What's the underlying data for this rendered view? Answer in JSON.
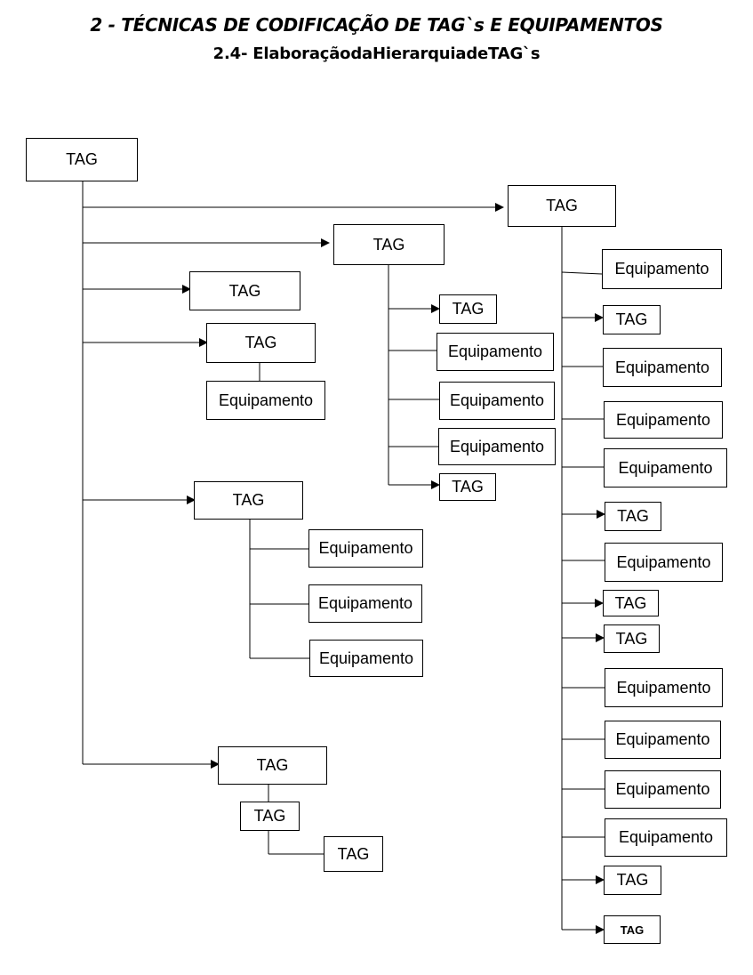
{
  "header": {
    "title": "2 - TÉCNICAS DE CODIFICAÇÃO DE TAG`s E EQUIPAMENTOS",
    "subtitle": "2.4-  ElaboraçãodaHierarquiadeTAG`s"
  },
  "labels": {
    "tag": "TAG",
    "equipment": "Equipamento"
  }
}
